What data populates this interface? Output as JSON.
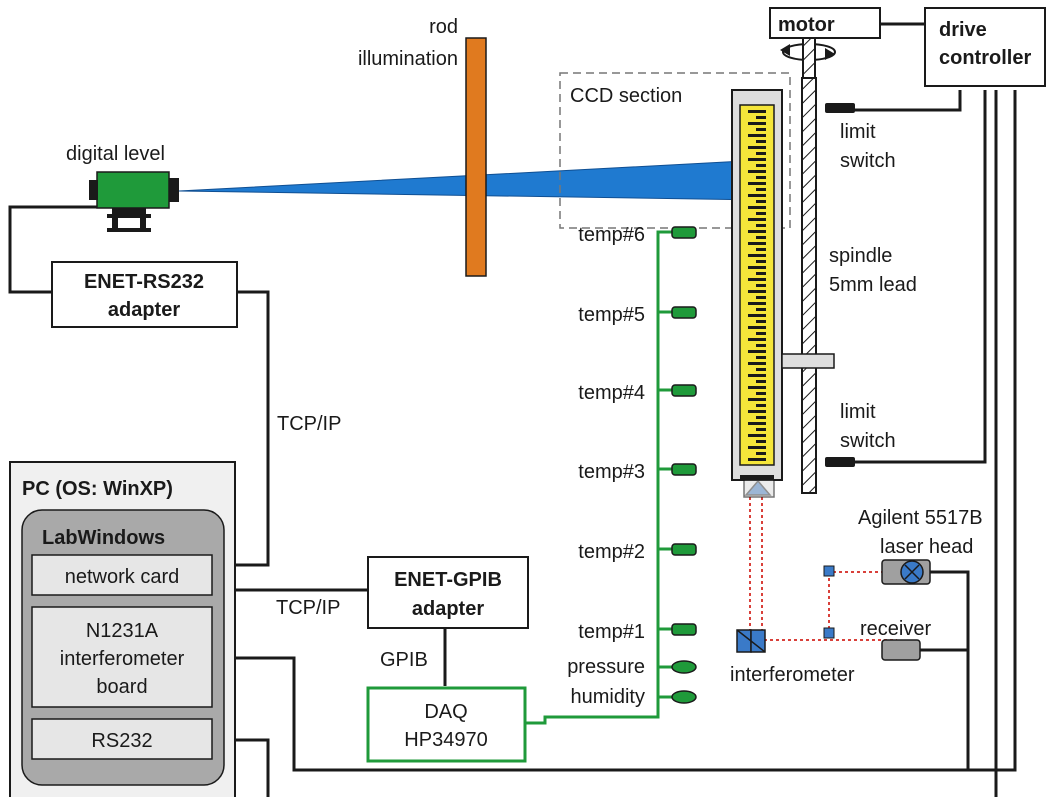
{
  "labels": {
    "rod_illumination_1": "rod",
    "rod_illumination_2": "illumination",
    "motor": "motor",
    "drive_controller_1": "drive",
    "drive_controller_2": "controller",
    "ccd_section": "CCD section",
    "limit_switch_top_1": "limit",
    "limit_switch_top_2": "switch",
    "limit_switch_bottom_1": "limit",
    "limit_switch_bottom_2": "switch",
    "spindle_1": "spindle",
    "spindle_2": "5mm lead",
    "digital_level": "digital level",
    "enet_rs232_1": "ENET-RS232",
    "enet_rs232_2": "adapter",
    "tcpip_upper": "TCP/IP",
    "tcpip_lower": "TCP/IP",
    "pc_title": "PC (OS: WinXP)",
    "labwindows": "LabWindows",
    "network_card": "network card",
    "n1231a_1": "N1231A",
    "n1231a_2": "interferometer",
    "n1231a_3": "board",
    "rs232": "RS232",
    "enet_gpib_1": "ENET-GPIB",
    "enet_gpib_2": "adapter",
    "gpib": "GPIB",
    "daq_1": "DAQ",
    "daq_2": "HP34970",
    "temp6": "temp#6",
    "temp5": "temp#5",
    "temp4": "temp#4",
    "temp3": "temp#3",
    "temp2": "temp#2",
    "temp1": "temp#1",
    "pressure": "pressure",
    "humidity": "humidity",
    "agilent_1": "Agilent 5517B",
    "agilent_2": "laser head",
    "receiver": "receiver",
    "interferometer": "interferometer"
  },
  "colors": {
    "rod": "#e07a1f",
    "beam": "#1f7ad0",
    "level": "#1f9a3a",
    "wire_green": "#1f9a3a",
    "scale_yellow": "#f5e63a",
    "laser": "#d9403a",
    "optic_blue": "#3a7ac8"
  }
}
